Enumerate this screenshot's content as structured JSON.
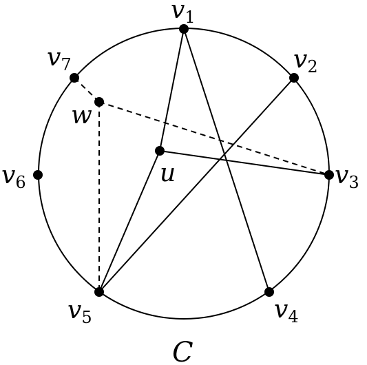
{
  "circle_label": "C",
  "vertices": {
    "v1": {
      "letter": "v",
      "sub": "1"
    },
    "v2": {
      "letter": "v",
      "sub": "2"
    },
    "v3": {
      "letter": "v",
      "sub": "3"
    },
    "v4": {
      "letter": "v",
      "sub": "4"
    },
    "v5": {
      "letter": "v",
      "sub": "5"
    },
    "v6": {
      "letter": "v",
      "sub": "6"
    },
    "v7": {
      "letter": "v",
      "sub": "7"
    },
    "u": {
      "letter": "u"
    },
    "w": {
      "letter": "w"
    }
  },
  "edges": [
    {
      "from": "v1",
      "to": "u",
      "style": "solid"
    },
    {
      "from": "v1",
      "to": "v4",
      "style": "solid"
    },
    {
      "from": "v2",
      "to": "v5",
      "style": "solid"
    },
    {
      "from": "u",
      "to": "v3",
      "style": "solid"
    },
    {
      "from": "u",
      "to": "v5",
      "style": "solid"
    },
    {
      "from": "v7",
      "to": "w",
      "style": "dashed"
    },
    {
      "from": "w",
      "to": "v3",
      "style": "dashed"
    },
    {
      "from": "w",
      "to": "v5",
      "style": "dashed"
    }
  ]
}
